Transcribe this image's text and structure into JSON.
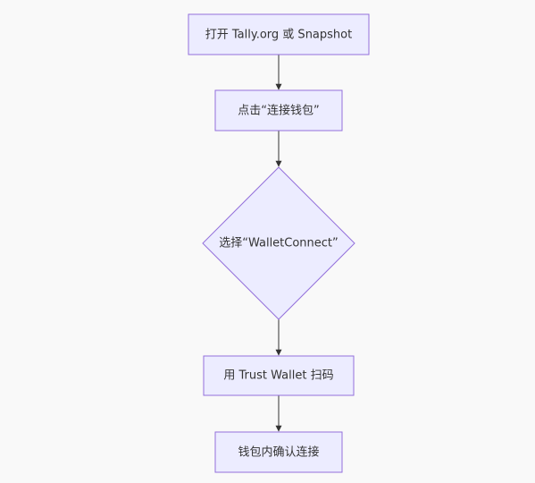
{
  "diagram": {
    "type": "flowchart",
    "nodes": [
      {
        "id": "n1",
        "shape": "rect",
        "label": "打开 Tally.org 或 Snapshot"
      },
      {
        "id": "n2",
        "shape": "rect",
        "label": "点击“连接钱包”"
      },
      {
        "id": "n3",
        "shape": "diamond",
        "label": "选择“WalletConnect”"
      },
      {
        "id": "n4",
        "shape": "rect",
        "label": "用 Trust Wallet 扫码"
      },
      {
        "id": "n5",
        "shape": "rect",
        "label": "钱包内确认连接"
      }
    ],
    "edges": [
      {
        "from": "n1",
        "to": "n2"
      },
      {
        "from": "n2",
        "to": "n3"
      },
      {
        "from": "n3",
        "to": "n4"
      },
      {
        "from": "n4",
        "to": "n5"
      }
    ],
    "colors": {
      "background": "#f9f9f9",
      "node_fill": "#ececff",
      "node_stroke": "#9370db",
      "edge": "#333333",
      "text": "#333333"
    }
  }
}
